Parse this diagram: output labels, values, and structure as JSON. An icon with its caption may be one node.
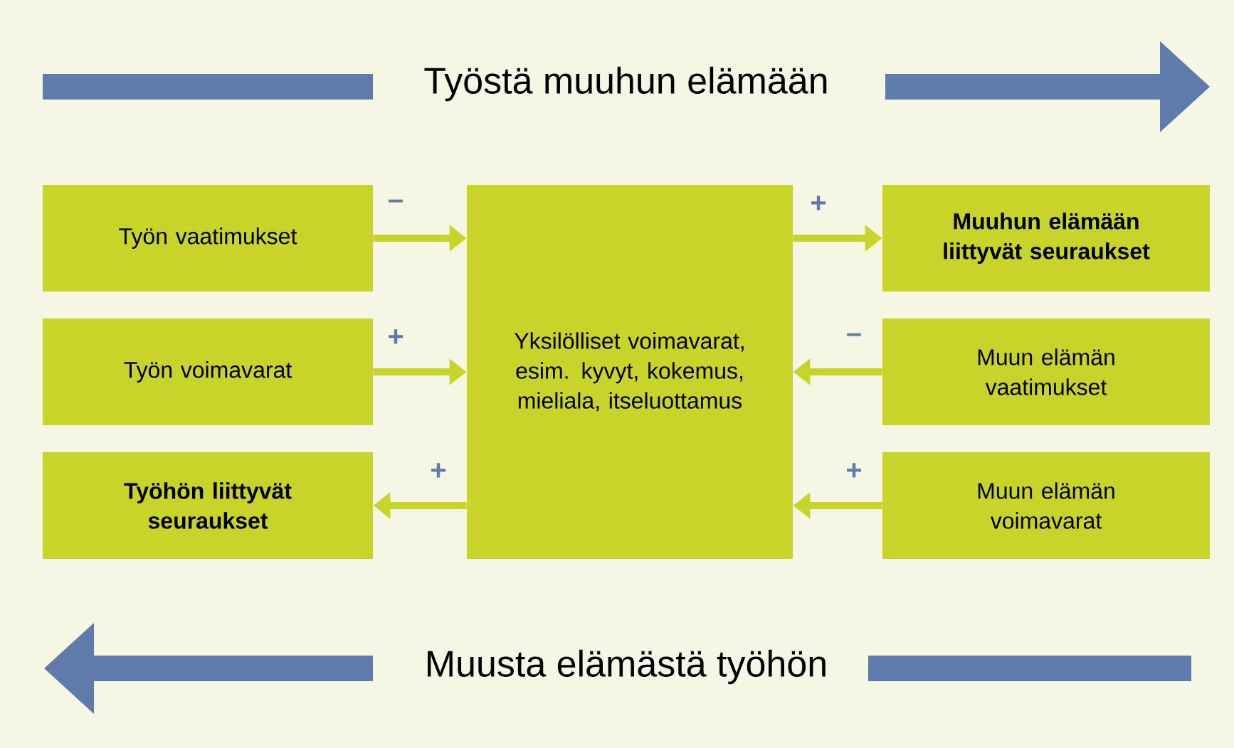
{
  "diagram": {
    "nodes": [
      {
        "text": [
          "Työn vaatimukset"
        ]
      },
      {
        "text": [
          "Työn voimavarat"
        ]
      },
      {
        "text": [
          "Työhön liittyvät seuraukset"
        ]
      },
      {
        "text": [
          "Yksilölliset voimavarat, esim. kyvyt, kokemus, mieliala, itseluottamus"
        ]
      },
      {
        "text": [
          "Muuhun elämään liittyvät seuraukset"
        ]
      },
      {
        "text": [
          "Muun elämän vaatimukset"
        ]
      },
      {
        "text": [
          "Muun elämän voimavarat"
        ]
      }
    ],
    "edges": [
      {
        "from": 0,
        "to": 3,
        "arrow": "to",
        "label": "–"
      },
      {
        "from": 1,
        "to": 3,
        "arrow": "to",
        "label": "+"
      },
      {
        "from": 3,
        "to": 2,
        "arrow": "to",
        "label": "+"
      },
      {
        "from": 3,
        "to": 4,
        "arrow": "to",
        "label": "+"
      },
      {
        "from": 5,
        "to": 3,
        "arrow": "to",
        "label": "–"
      },
      {
        "from": 6,
        "to": 3,
        "arrow": "to",
        "label": "+"
      }
    ],
    "labels": [
      "Työstä muuhun elämään",
      "Muusta elämästä työhön"
    ]
  }
}
